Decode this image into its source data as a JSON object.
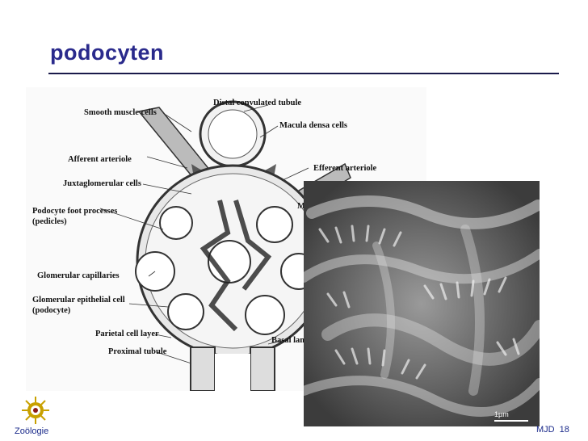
{
  "slide": {
    "title": "podocyten"
  },
  "diagram": {
    "labels": {
      "smooth_muscle": "Smooth muscle cells",
      "distal_tubule": "Distal convulated tubule",
      "macula_densa": "Macula densa cells",
      "afferent": "Afferent arteriole",
      "efferent": "Efferent arteriole",
      "juxtaglomerular": "Juxtaglomerular cells",
      "m_partial": "M",
      "foot_processes_1": "Podocyte foot processes",
      "foot_processes_2": "(pedicles)",
      "capillaries": "Glomerular capillaries",
      "epithelial_1": "Glomerular epithelial cell",
      "epithelial_2": "(podocyte)",
      "parietal": "Parietal cell layer",
      "basal": "Basal lam",
      "proximal": "Proximal tubule"
    }
  },
  "micrograph": {
    "scale_label": "1µm"
  },
  "footer": {
    "department": "Zoölogie",
    "author": "MJD",
    "page": "18"
  },
  "colors": {
    "title": "#2a2a8c",
    "footer": "#1a2a8a",
    "rule": "#1a1a4a"
  }
}
